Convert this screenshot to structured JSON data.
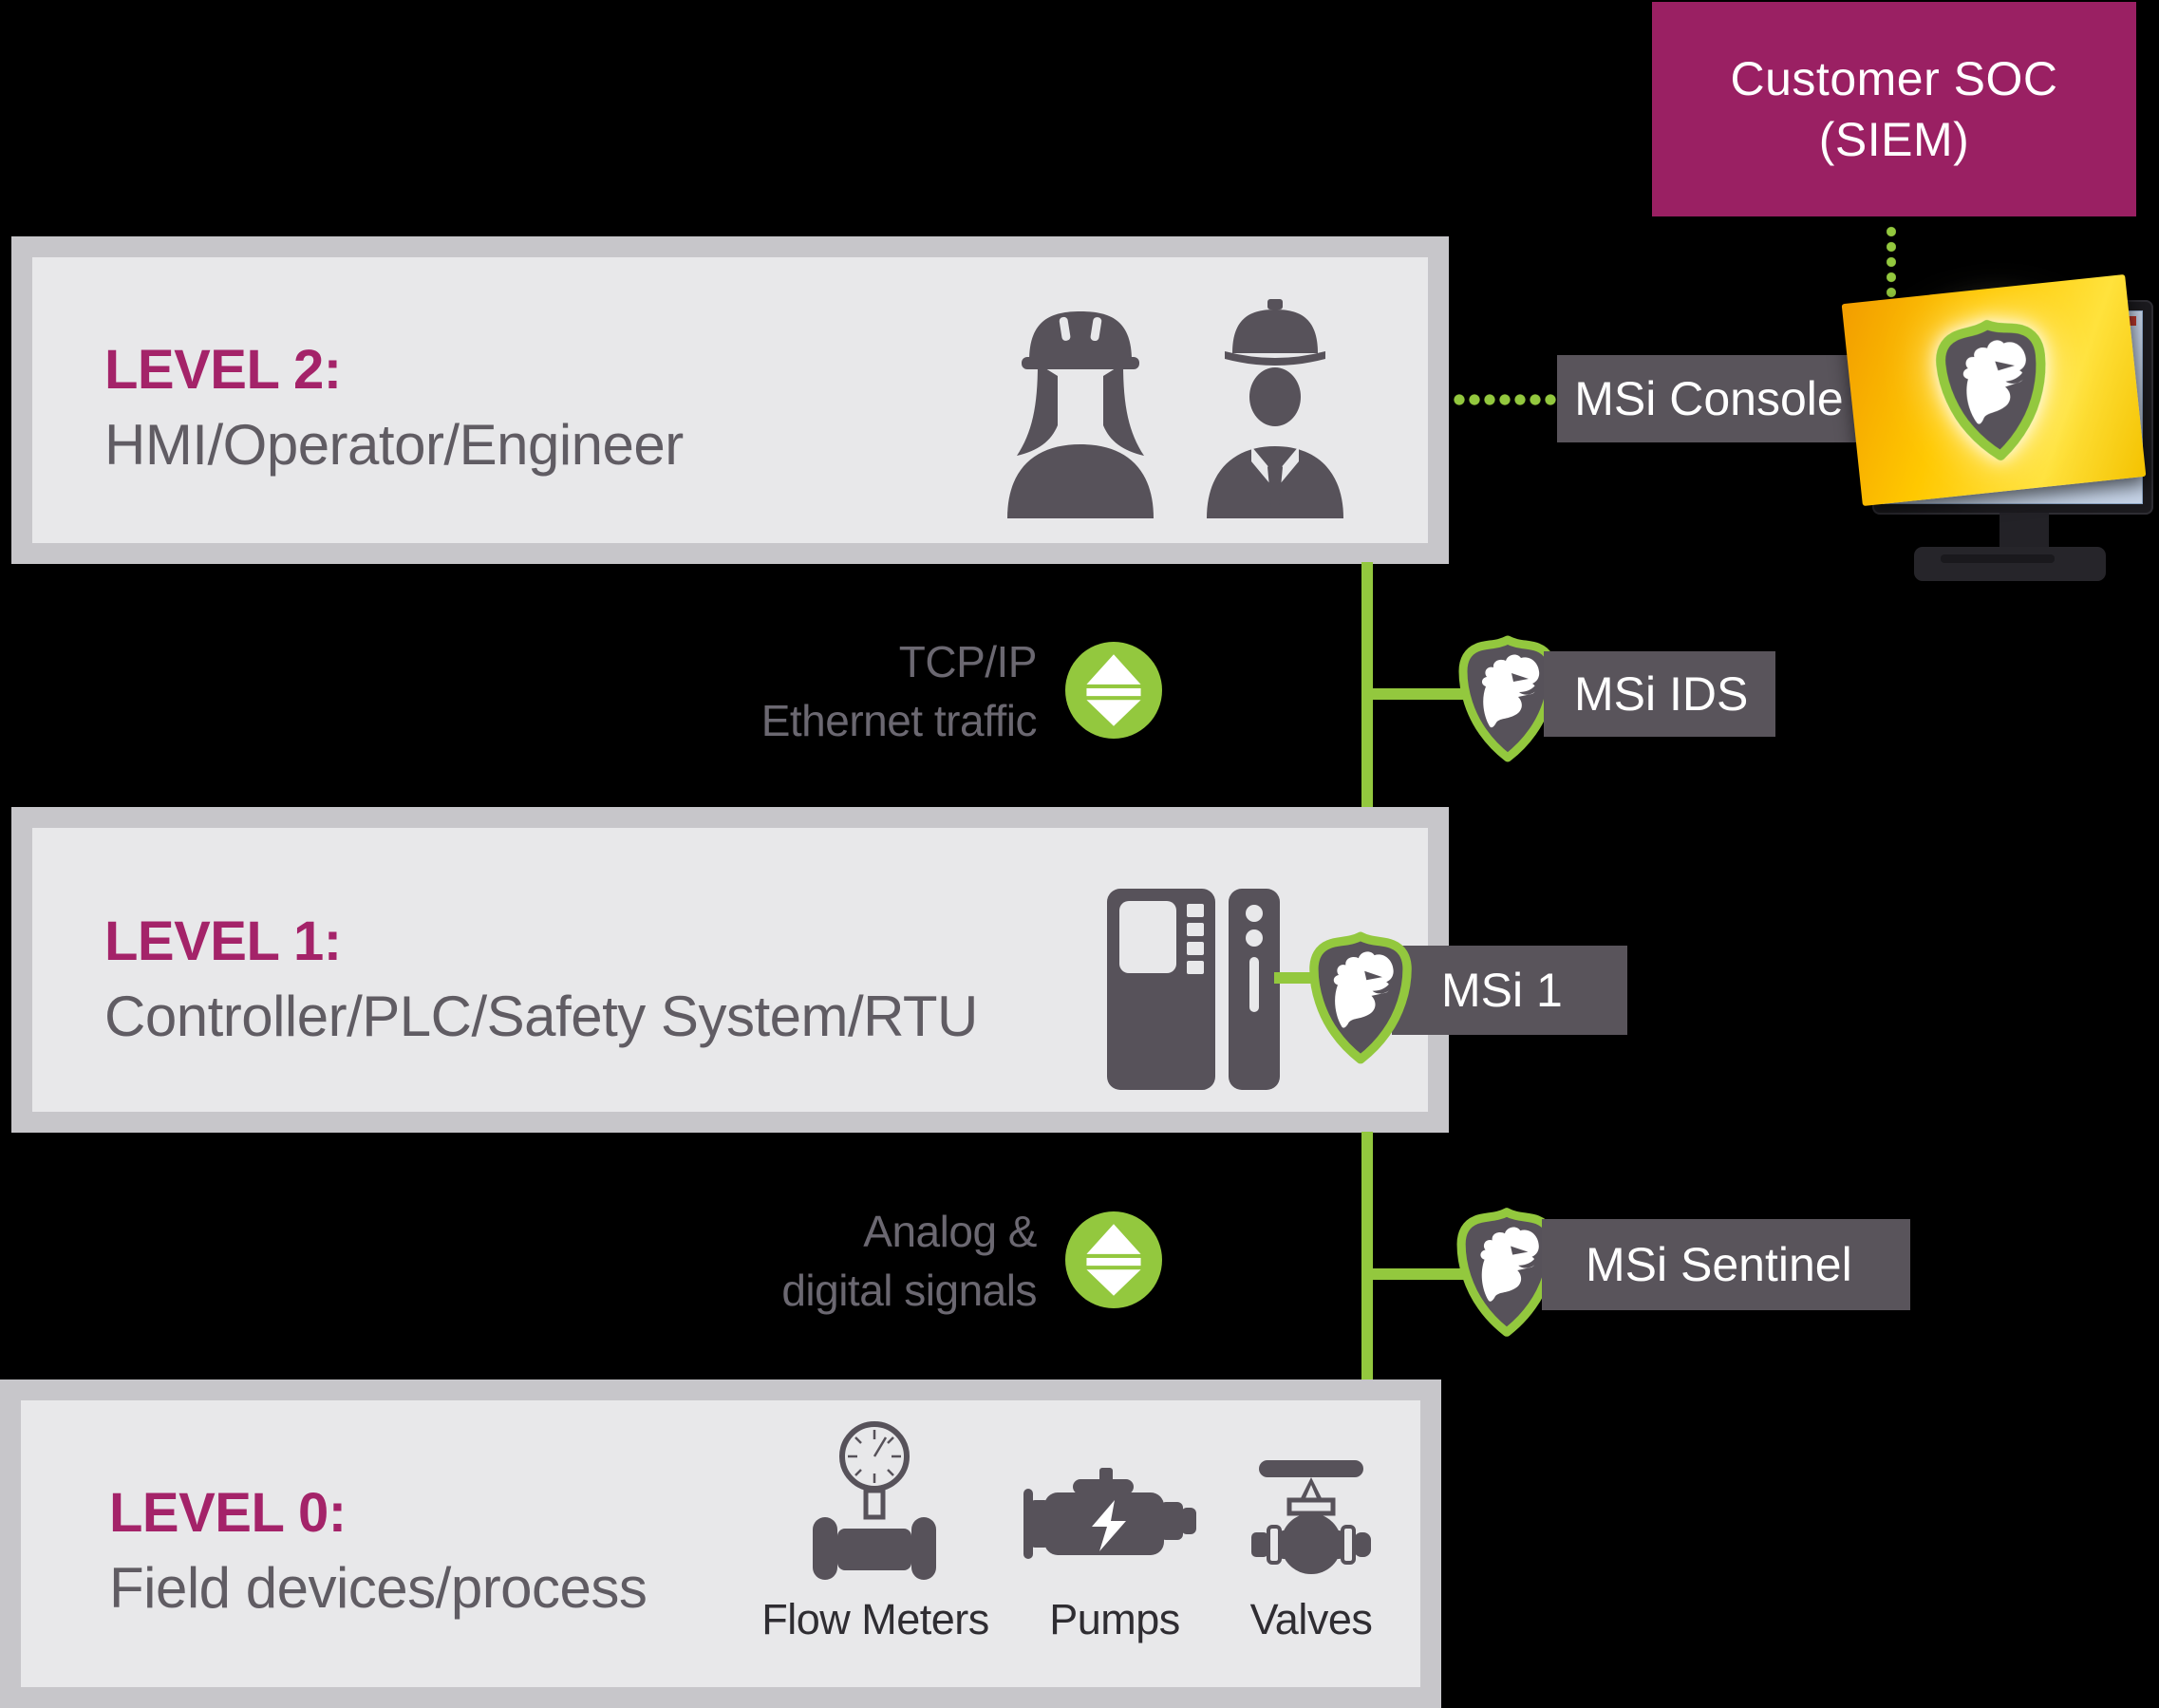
{
  "colors": {
    "background": "#000000",
    "accent_green": "#93C83E",
    "soc_bg": "#9A2063",
    "title_magenta": "#A42369",
    "label_bg": "#59545B",
    "box_border": "#C7C6CA",
    "box_fill": "#E8E8EA",
    "icon_gray": "#57525A",
    "text_gray": "#605C63",
    "caption_dark": "#2F2D32",
    "white": "#FFFFFF",
    "screen_orange": "#F29D00",
    "screen_yellow": "#FFE23C"
  },
  "soc_box": {
    "line1": "Customer SOC",
    "line2": "(SIEM)"
  },
  "console_label": "MSi Console",
  "levels": [
    {
      "title": "LEVEL 2:",
      "subtitle": "HMI/Operator/Engineer"
    },
    {
      "title": "LEVEL 1:",
      "subtitle": "Controller/PLC/Safety System/RTU"
    },
    {
      "title": "LEVEL 0:",
      "subtitle": "Field devices/process"
    }
  ],
  "links": {
    "tcp": {
      "line1": "TCP/IP",
      "line2": "Ethernet traffic",
      "badge": "MSi IDS"
    },
    "analog": {
      "line1": "Analog &",
      "line2": "digital signals",
      "badge": "MSi Sentinel"
    },
    "plc_badge": "MSi 1"
  },
  "field_devices": [
    {
      "label": "Flow Meters"
    },
    {
      "label": "Pumps"
    },
    {
      "label": "Valves"
    }
  ],
  "icons": {
    "shield": "eagle-shield-badge",
    "traffic": "up-down-arrows-circle",
    "operator": "female-worker-hardhat",
    "engineer": "male-engineer-hardhat",
    "controller": "plc-cabinet",
    "console": "desktop-monitor"
  }
}
